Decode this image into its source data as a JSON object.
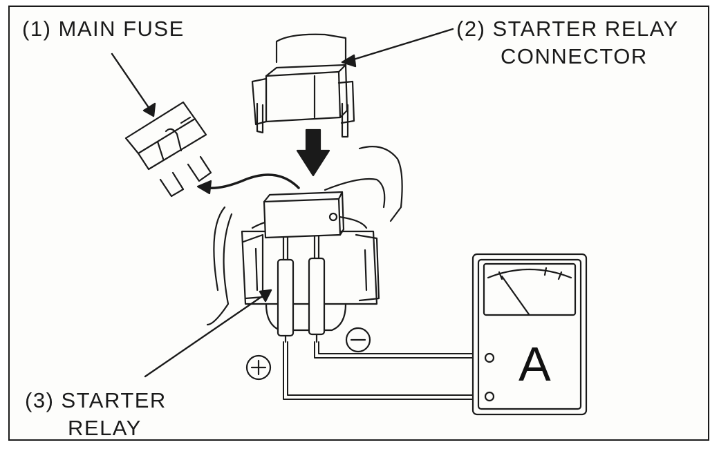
{
  "labels": {
    "main_fuse": "(1) MAIN FUSE",
    "starter_relay_connector_line1": "(2) STARTER RELAY",
    "starter_relay_connector_line2": "CONNECTOR",
    "starter_relay_line1": "(3) STARTER",
    "starter_relay_line2": "RELAY"
  },
  "meter": {
    "letter": "A"
  },
  "polarity": {
    "positive": "+",
    "negative": "−"
  },
  "colors": {
    "ink": "#1a1a1a",
    "paper": "#fdfdfb"
  }
}
